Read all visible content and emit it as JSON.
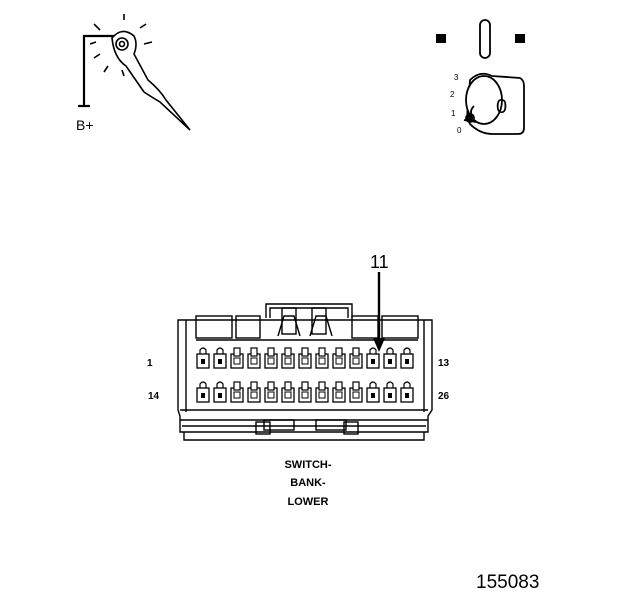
{
  "test_light": {
    "supply_label": "B+"
  },
  "ignition_switch": {
    "positions": [
      "3",
      "2",
      "1",
      "0"
    ],
    "key_label": "0"
  },
  "connector": {
    "pin_callout": "11",
    "row_labels": {
      "top_left": "1",
      "top_right": "13",
      "bottom_left": "14",
      "bottom_right": "26"
    },
    "name_lines": [
      "SWITCH-",
      "BANK-",
      "LOWER"
    ]
  },
  "figure_id": "155083",
  "colors": {
    "stroke": "#000000",
    "background": "#ffffff"
  }
}
